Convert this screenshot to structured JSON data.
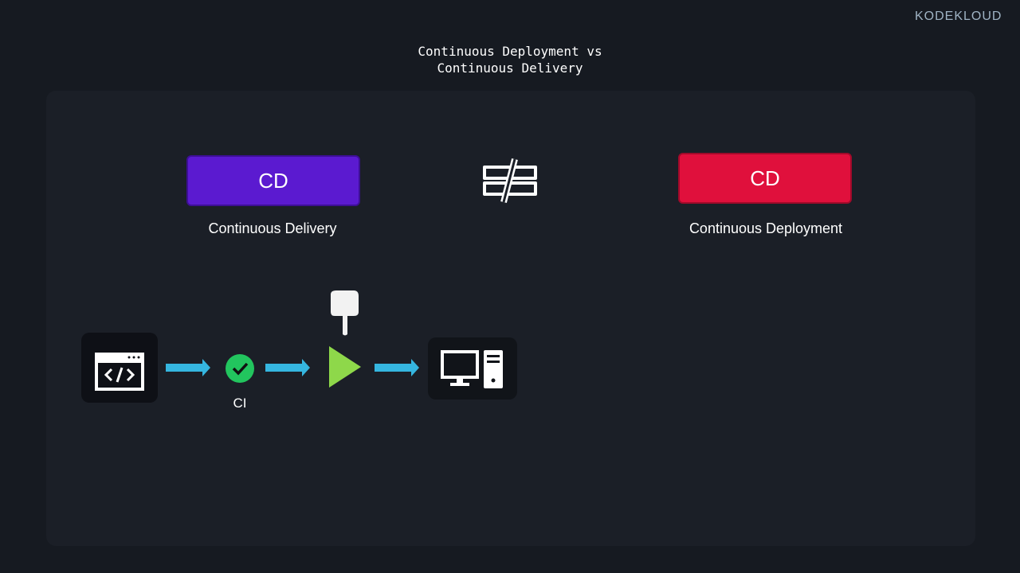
{
  "logo": "KODEKLOUD",
  "title": {
    "line1": "Continuous Deployment vs",
    "line2": "Continuous Delivery"
  },
  "left": {
    "badge": "CD",
    "label": "Continuous Delivery",
    "color": "#5b1ad0"
  },
  "right": {
    "badge": "CD",
    "label": "Continuous Deployment",
    "color": "#e0103c"
  },
  "pipeline": {
    "ci_label": "CI"
  }
}
